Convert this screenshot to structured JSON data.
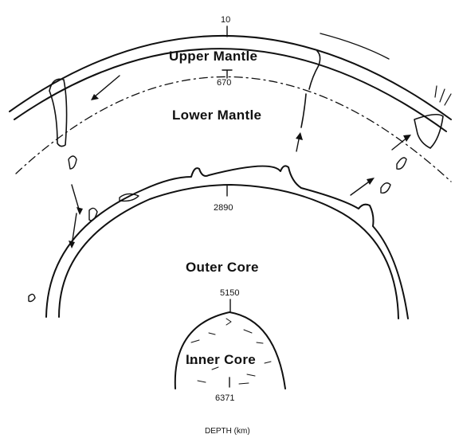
{
  "regions": {
    "upper_mantle": "Upper Mantle",
    "lower_mantle": "Lower Mantle",
    "outer_core": "Outer Core",
    "inner_core": "Inner Core"
  },
  "depths": {
    "surface": "10",
    "transition": "670",
    "core_mantle": "2890",
    "inner_boundary": "5150",
    "center": "6371"
  },
  "axis_label": "DEPTH (km)",
  "colors": {
    "ink": "#111111",
    "paper": "#ffffff"
  }
}
